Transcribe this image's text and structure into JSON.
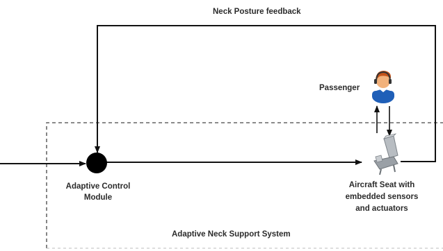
{
  "labels": {
    "feedback": "Neck Posture feedback",
    "passenger": "Passenger",
    "control_module": [
      "Adaptive Control",
      "Module"
    ],
    "seat": [
      "Aircraft Seat with",
      "embedded sensors",
      "and actuators"
    ],
    "system": "Adaptive Neck Support System"
  },
  "icons": {
    "node": "junction-node",
    "passenger": "passenger-icon",
    "seat": "aircraft-seat-icon"
  },
  "colors": {
    "line": "#111111",
    "dashed": "#444444",
    "text": "#2b2b2b",
    "passenger_body": "#1f5fb8",
    "passenger_skin": "#f2b27c",
    "passenger_hair": "#c5541a",
    "seat": "#a9aeb3"
  }
}
